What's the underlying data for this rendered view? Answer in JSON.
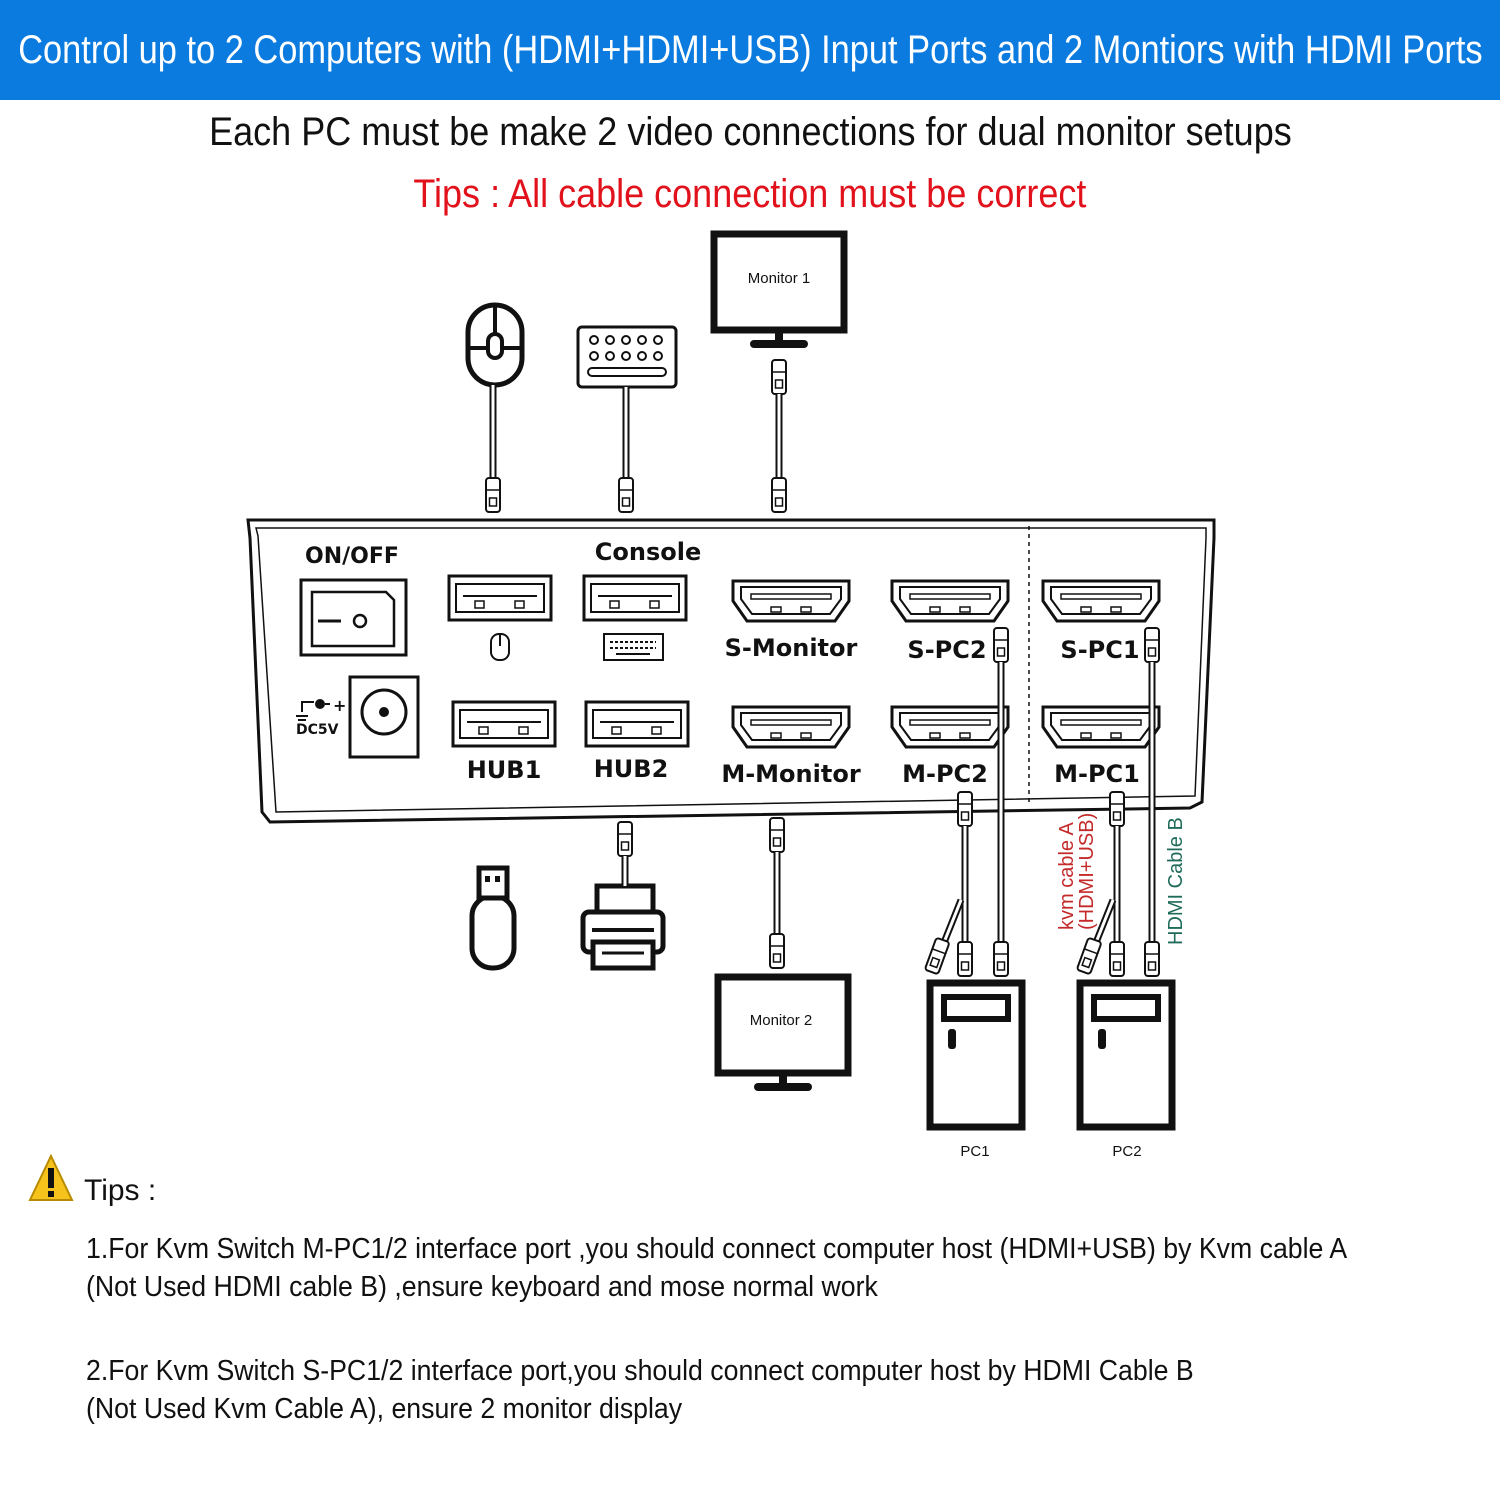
{
  "header": {
    "title": "Control up to 2 Computers with (HDMI+HDMI+USB) Input Ports and 2 Montiors with HDMI Ports",
    "subtitle": "Each PC must be make 2 video connections for dual monitor setups",
    "tip": "Tips : All cable connection must be correct"
  },
  "colors": {
    "banner": "#0b7be0",
    "tip_red": "#e2121c",
    "kvm_cable_label": "#c42a2a",
    "hdmi_cable_label": "#1f6b5a"
  },
  "devices": {
    "monitor1": "Monitor 1",
    "monitor2": "Monitor 2",
    "pc1": "PC1",
    "pc2": "PC2",
    "mouse": "mouse-icon",
    "keyboard": "keyboard-icon",
    "usb_drive": "usb-drive-icon",
    "printer": "printer-icon"
  },
  "switch_panel": {
    "power": "ON/OFF",
    "dc": "DC5V",
    "dc_plus": "+",
    "console": "Console",
    "hub1": "HUB1",
    "hub2": "HUB2",
    "s_monitor": "S-Monitor",
    "m_monitor": "M-Monitor",
    "s_pc2": "S-PC2",
    "m_pc2": "M-PC2",
    "s_pc1": "S-PC1",
    "m_pc1": "M-PC1"
  },
  "cables": {
    "kvm_a_line1": "kvm cable A",
    "kvm_a_line2": "(HDMI+USB)",
    "hdmi_b": "HDMI Cable B"
  },
  "notes": {
    "heading": "Tips :",
    "note1_line1": "1.For Kvm Switch M-PC1/2 interface port ,you should connect computer host (HDMI+USB) by Kvm cable A",
    "note1_line2": "(Not Used HDMI cable B) ,ensure keyboard and mose normal work",
    "note2_line1": "2.For Kvm Switch S-PC1/2 interface port,you should connect computer host by HDMI Cable B",
    "note2_line2": "(Not Used Kvm Cable A), ensure 2 monitor display"
  }
}
